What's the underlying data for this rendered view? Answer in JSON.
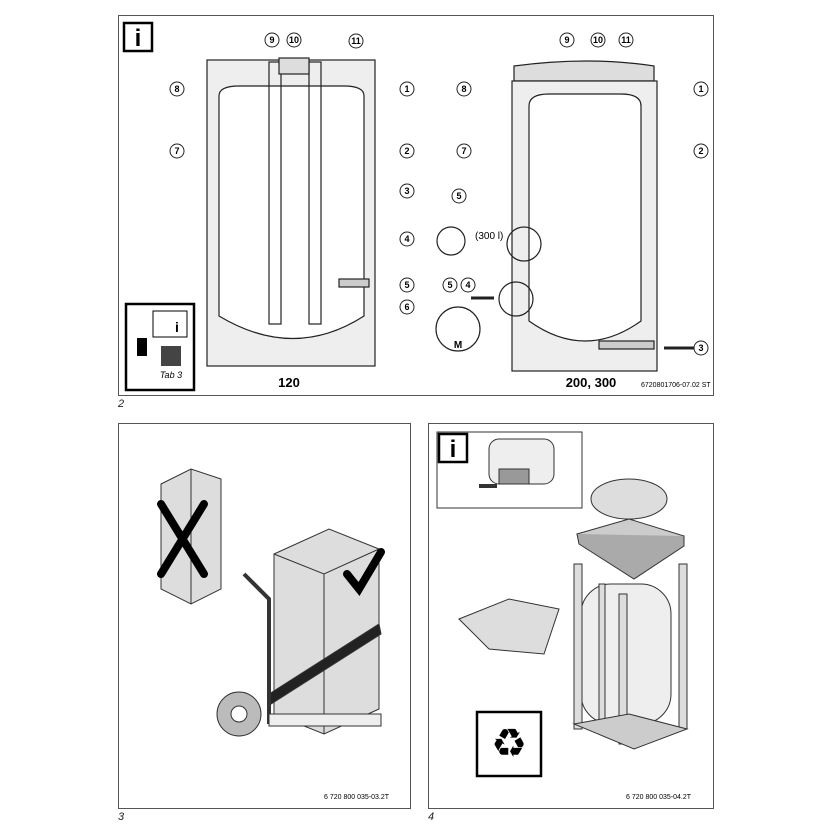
{
  "figure2": {
    "number": "2",
    "info_icon": "i",
    "left_model": "120",
    "right_model": "200, 300",
    "code": "6720801706-07.02 ST",
    "tab_ref": "Tab 3",
    "left_callouts": [
      "9",
      "10",
      "11",
      "8",
      "1",
      "7",
      "2",
      "3",
      "4",
      "5",
      "6"
    ],
    "right_callouts": [
      "9",
      "10",
      "11",
      "8",
      "1",
      "7",
      "2",
      "5",
      "5",
      "4",
      "3"
    ],
    "volume_note": "(300 l)",
    "motor_label": "M"
  },
  "figure3": {
    "number": "3",
    "code": "6 720 800 035-03.2T"
  },
  "figure4": {
    "number": "4",
    "info_icon": "i",
    "code": "6 720 800 035-04.2T"
  },
  "icons": [
    "info-icon",
    "manual-reader-icon",
    "recycle-icon",
    "checkmark-icon",
    "cross-icon",
    "arrow-icon"
  ]
}
